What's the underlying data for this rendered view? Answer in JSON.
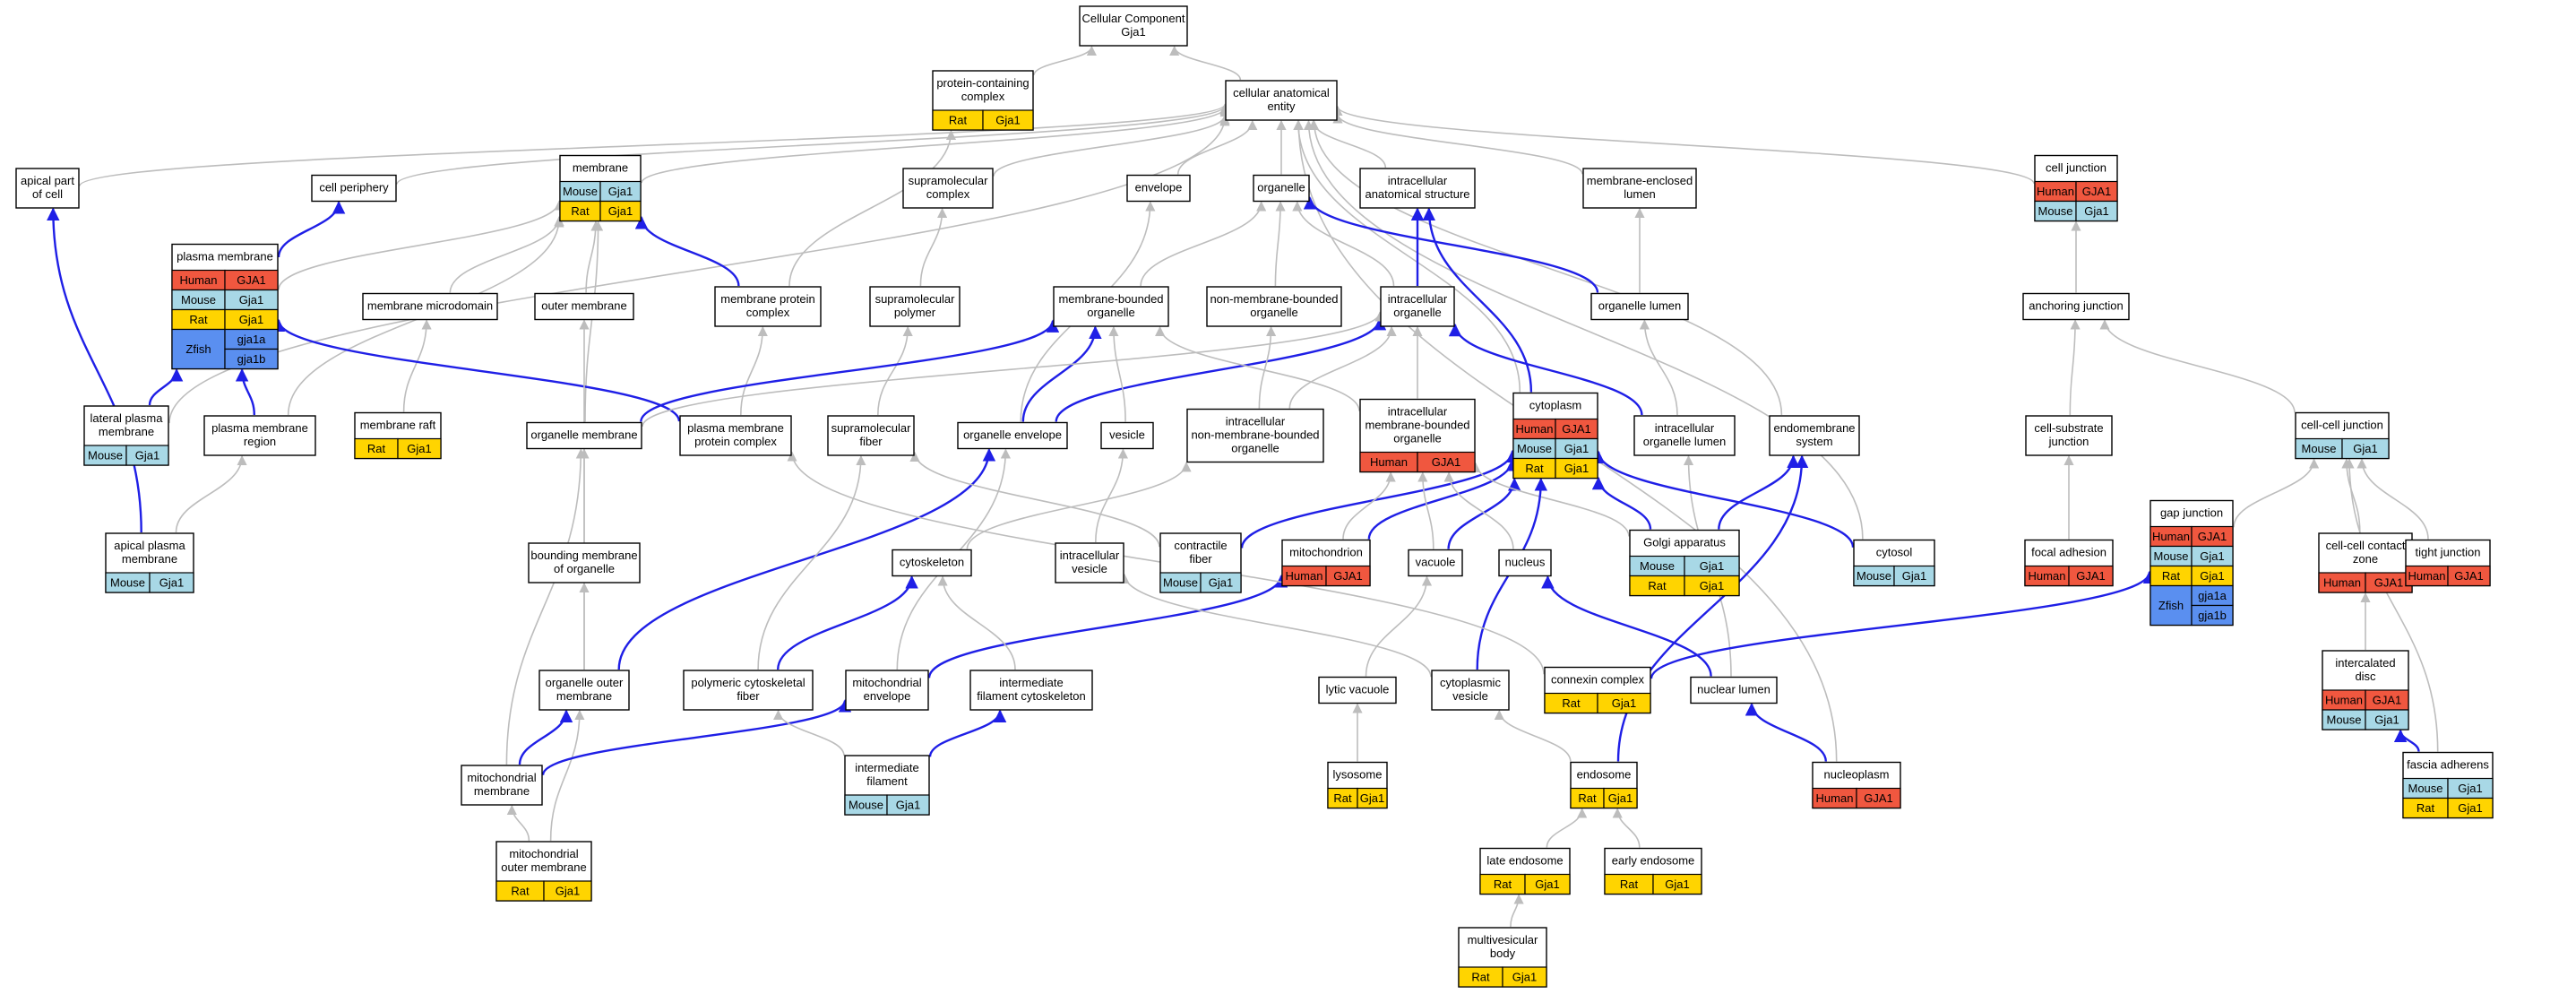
{
  "colors": {
    "Human": "#f0573f",
    "Mouse": "#a8d8e6",
    "Rat": "#ffd400",
    "Zfish": "#5a8ff0",
    "gray_edge": "#bdbdbd",
    "blue_edge": "#1f1fe6"
  },
  "nodes": [
    {
      "id": "cc",
      "lines": [
        "Cellular Component",
        "Gja1"
      ],
      "rows": []
    },
    {
      "id": "pcc",
      "lines": [
        "protein-containing",
        "complex"
      ],
      "rows": [
        [
          "Rat",
          "Gja1"
        ]
      ]
    },
    {
      "id": "cae",
      "lines": [
        "cellular anatomical",
        "entity"
      ],
      "rows": []
    },
    {
      "id": "apc",
      "lines": [
        "apical part",
        "of cell"
      ],
      "rows": []
    },
    {
      "id": "cper",
      "lines": [
        "cell periphery"
      ],
      "rows": []
    },
    {
      "id": "mem",
      "lines": [
        "membrane"
      ],
      "rows": [
        [
          "Mouse",
          "Gja1"
        ],
        [
          "Rat",
          "Gja1"
        ]
      ]
    },
    {
      "id": "smc",
      "lines": [
        "supramolecular",
        "complex"
      ],
      "rows": []
    },
    {
      "id": "env",
      "lines": [
        "envelope"
      ],
      "rows": []
    },
    {
      "id": "org",
      "lines": [
        "organelle"
      ],
      "rows": []
    },
    {
      "id": "ias",
      "lines": [
        "intracellular",
        "anatomical structure"
      ],
      "rows": []
    },
    {
      "id": "mel",
      "lines": [
        "membrane-enclosed",
        "lumen"
      ],
      "rows": []
    },
    {
      "id": "cj",
      "lines": [
        "cell junction"
      ],
      "rows": [
        [
          "Human",
          "GJA1"
        ],
        [
          "Mouse",
          "Gja1"
        ]
      ]
    },
    {
      "id": "pm",
      "lines": [
        "plasma membrane"
      ],
      "rows": [
        [
          "Human",
          "GJA1"
        ],
        [
          "Mouse",
          "Gja1"
        ],
        [
          "Rat",
          "Gja1"
        ],
        [
          "Zfish",
          "gja1a",
          "gja1b"
        ]
      ]
    },
    {
      "id": "mmd",
      "lines": [
        "membrane microdomain"
      ],
      "rows": []
    },
    {
      "id": "om",
      "lines": [
        "outer membrane"
      ],
      "rows": []
    },
    {
      "id": "mpc",
      "lines": [
        "membrane protein",
        "complex"
      ],
      "rows": []
    },
    {
      "id": "smp",
      "lines": [
        "supramolecular",
        "polymer"
      ],
      "rows": []
    },
    {
      "id": "mbo",
      "lines": [
        "membrane-bounded",
        "organelle"
      ],
      "rows": []
    },
    {
      "id": "nmbo",
      "lines": [
        "non-membrane-bounded",
        "organelle"
      ],
      "rows": []
    },
    {
      "id": "io",
      "lines": [
        "intracellular",
        "organelle"
      ],
      "rows": []
    },
    {
      "id": "ol",
      "lines": [
        "organelle lumen"
      ],
      "rows": []
    },
    {
      "id": "aj",
      "lines": [
        "anchoring junction"
      ],
      "rows": []
    },
    {
      "id": "lpm",
      "lines": [
        "lateral plasma",
        "membrane"
      ],
      "rows": [
        [
          "Mouse",
          "Gja1"
        ]
      ]
    },
    {
      "id": "pmr",
      "lines": [
        "plasma membrane",
        "region"
      ],
      "rows": []
    },
    {
      "id": "mr",
      "lines": [
        "membrane raft"
      ],
      "rows": [
        [
          "Rat",
          "Gja1"
        ]
      ]
    },
    {
      "id": "orgm",
      "lines": [
        "organelle membrane"
      ],
      "rows": []
    },
    {
      "id": "pmpc",
      "lines": [
        "plasma membrane",
        "protein complex"
      ],
      "rows": []
    },
    {
      "id": "smf",
      "lines": [
        "supramolecular",
        "fiber"
      ],
      "rows": []
    },
    {
      "id": "oenv",
      "lines": [
        "organelle envelope"
      ],
      "rows": []
    },
    {
      "id": "ves",
      "lines": [
        "vesicle"
      ],
      "rows": []
    },
    {
      "id": "inmbo",
      "lines": [
        "intracellular",
        "non-membrane-bounded",
        "organelle"
      ],
      "rows": []
    },
    {
      "id": "imbo",
      "lines": [
        "intracellular",
        "membrane-bounded",
        "organelle"
      ],
      "rows": [
        [
          "Human",
          "GJA1"
        ]
      ]
    },
    {
      "id": "cyto",
      "lines": [
        "cytoplasm"
      ],
      "rows": [
        [
          "Human",
          "GJA1"
        ],
        [
          "Mouse",
          "Gja1"
        ],
        [
          "Rat",
          "Gja1"
        ]
      ]
    },
    {
      "id": "iol",
      "lines": [
        "intracellular",
        "organelle lumen"
      ],
      "rows": []
    },
    {
      "id": "ems",
      "lines": [
        "endomembrane",
        "system"
      ],
      "rows": []
    },
    {
      "id": "csj",
      "lines": [
        "cell-substrate",
        "junction"
      ],
      "rows": []
    },
    {
      "id": "ccj",
      "lines": [
        "cell-cell junction"
      ],
      "rows": [
        [
          "Mouse",
          "Gja1"
        ]
      ]
    },
    {
      "id": "apm",
      "lines": [
        "apical plasma",
        "membrane"
      ],
      "rows": [
        [
          "Mouse",
          "Gja1"
        ]
      ]
    },
    {
      "id": "bmo",
      "lines": [
        "bounding membrane",
        "of organelle"
      ],
      "rows": []
    },
    {
      "id": "csk",
      "lines": [
        "cytoskeleton"
      ],
      "rows": []
    },
    {
      "id": "iv",
      "lines": [
        "intracellular",
        "vesicle"
      ],
      "rows": []
    },
    {
      "id": "cf",
      "lines": [
        "contractile",
        "fiber"
      ],
      "rows": [
        [
          "Mouse",
          "Gja1"
        ]
      ]
    },
    {
      "id": "mito",
      "lines": [
        "mitochondrion"
      ],
      "rows": [
        [
          "Human",
          "GJA1"
        ]
      ]
    },
    {
      "id": "vac",
      "lines": [
        "vacuole"
      ],
      "rows": []
    },
    {
      "id": "nuc",
      "lines": [
        "nucleus"
      ],
      "rows": []
    },
    {
      "id": "golgi",
      "lines": [
        "Golgi apparatus"
      ],
      "rows": [
        [
          "Mouse",
          "Gja1"
        ],
        [
          "Rat",
          "Gja1"
        ]
      ]
    },
    {
      "id": "cytosol",
      "lines": [
        "cytosol"
      ],
      "rows": [
        [
          "Mouse",
          "Gja1"
        ]
      ]
    },
    {
      "id": "fa",
      "lines": [
        "focal adhesion"
      ],
      "rows": [
        [
          "Human",
          "GJA1"
        ]
      ]
    },
    {
      "id": "gj",
      "lines": [
        "gap junction"
      ],
      "rows": [
        [
          "Human",
          "GJA1"
        ],
        [
          "Mouse",
          "Gja1"
        ],
        [
          "Rat",
          "Gja1"
        ],
        [
          "Zfish",
          "gja1a",
          "gja1b"
        ]
      ]
    },
    {
      "id": "cccz",
      "lines": [
        "cell-cell contact",
        "zone"
      ],
      "rows": [
        [
          "Human",
          "GJA1"
        ]
      ]
    },
    {
      "id": "tj",
      "lines": [
        "tight junction"
      ],
      "rows": [
        [
          "Human",
          "GJA1"
        ]
      ]
    },
    {
      "id": "oom",
      "lines": [
        "organelle outer",
        "membrane"
      ],
      "rows": []
    },
    {
      "id": "pcf",
      "lines": [
        "polymeric cytoskeletal",
        "fiber"
      ],
      "rows": []
    },
    {
      "id": "menv",
      "lines": [
        "mitochondrial",
        "envelope"
      ],
      "rows": []
    },
    {
      "id": "ifc",
      "lines": [
        "intermediate",
        "filament cytoskeleton"
      ],
      "rows": []
    },
    {
      "id": "lv",
      "lines": [
        "lytic vacuole"
      ],
      "rows": []
    },
    {
      "id": "cv",
      "lines": [
        "cytoplasmic",
        "vesicle"
      ],
      "rows": []
    },
    {
      "id": "conx",
      "lines": [
        "connexin complex"
      ],
      "rows": [
        [
          "Rat",
          "Gja1"
        ]
      ]
    },
    {
      "id": "nl",
      "lines": [
        "nuclear lumen"
      ],
      "rows": []
    },
    {
      "id": "icd",
      "lines": [
        "intercalated",
        "disc"
      ],
      "rows": [
        [
          "Human",
          "GJA1"
        ],
        [
          "Mouse",
          "Gja1"
        ]
      ]
    },
    {
      "id": "mm",
      "lines": [
        "mitochondrial",
        "membrane"
      ],
      "rows": []
    },
    {
      "id": "if",
      "lines": [
        "intermediate",
        "filament"
      ],
      "rows": [
        [
          "Mouse",
          "Gja1"
        ]
      ]
    },
    {
      "id": "lyso",
      "lines": [
        "lysosome"
      ],
      "rows": [
        [
          "Rat",
          "Gja1"
        ]
      ]
    },
    {
      "id": "endo",
      "lines": [
        "endosome"
      ],
      "rows": [
        [
          "Rat",
          "Gja1"
        ]
      ]
    },
    {
      "id": "np",
      "lines": [
        "nucleoplasm"
      ],
      "rows": [
        [
          "Human",
          "GJA1"
        ]
      ]
    },
    {
      "id": "fadh",
      "lines": [
        "fascia adherens"
      ],
      "rows": [
        [
          "Mouse",
          "Gja1"
        ],
        [
          "Rat",
          "Gja1"
        ]
      ]
    },
    {
      "id": "mom",
      "lines": [
        "mitochondrial",
        "outer membrane"
      ],
      "rows": [
        [
          "Rat",
          "Gja1"
        ]
      ]
    },
    {
      "id": "le",
      "lines": [
        "late endosome"
      ],
      "rows": [
        [
          "Rat",
          "Gja1"
        ]
      ]
    },
    {
      "id": "ee",
      "lines": [
        "early endosome"
      ],
      "rows": [
        [
          "Rat",
          "Gja1"
        ]
      ]
    },
    {
      "id": "mvb",
      "lines": [
        "multivesicular",
        "body"
      ],
      "rows": [
        [
          "Rat",
          "Gja1"
        ]
      ]
    }
  ],
  "edges": [
    [
      "cae",
      "cc",
      "gray"
    ],
    [
      "pcc",
      "cc",
      "gray"
    ],
    [
      "mpc",
      "pcc",
      "gray"
    ],
    [
      "apc",
      "cae",
      "gray"
    ],
    [
      "cper",
      "cae",
      "gray"
    ],
    [
      "mem",
      "cae",
      "gray"
    ],
    [
      "smc",
      "cae",
      "gray"
    ],
    [
      "env",
      "cae",
      "gray"
    ],
    [
      "org",
      "cae",
      "gray"
    ],
    [
      "ias",
      "cae",
      "gray"
    ],
    [
      "mel",
      "cae",
      "gray"
    ],
    [
      "cj",
      "cae",
      "gray"
    ],
    [
      "cyto",
      "cae",
      "gray"
    ],
    [
      "ems",
      "cae",
      "gray"
    ],
    [
      "cytosol",
      "cae",
      "gray"
    ],
    [
      "np",
      "cae",
      "gray"
    ],
    [
      "lpm",
      "cae",
      "gray"
    ],
    [
      "pm",
      "cper",
      "blue"
    ],
    [
      "pm",
      "mem",
      "gray"
    ],
    [
      "mmd",
      "mem",
      "gray"
    ],
    [
      "om",
      "mem",
      "gray"
    ],
    [
      "mpc",
      "mem",
      "blue"
    ],
    [
      "orgm",
      "mem",
      "gray"
    ],
    [
      "pmr",
      "mem",
      "gray"
    ],
    [
      "smp",
      "smc",
      "gray"
    ],
    [
      "smf",
      "smp",
      "gray"
    ],
    [
      "oenv",
      "env",
      "gray"
    ],
    [
      "mbo",
      "org",
      "gray"
    ],
    [
      "nmbo",
      "org",
      "gray"
    ],
    [
      "io",
      "org",
      "gray"
    ],
    [
      "ol",
      "org",
      "blue"
    ],
    [
      "io",
      "ias",
      "blue"
    ],
    [
      "cyto",
      "ias",
      "blue"
    ],
    [
      "ol",
      "mel",
      "gray"
    ],
    [
      "aj",
      "cj",
      "gray"
    ],
    [
      "csj",
      "aj",
      "gray"
    ],
    [
      "ccj",
      "aj",
      "gray"
    ],
    [
      "lpm",
      "pm",
      "blue"
    ],
    [
      "pmr",
      "pm",
      "blue"
    ],
    [
      "apm",
      "apc",
      "blue"
    ],
    [
      "apm",
      "pmr",
      "gray"
    ],
    [
      "mr",
      "mmd",
      "gray"
    ],
    [
      "pmpc",
      "mpc",
      "gray"
    ],
    [
      "pmpc",
      "pm",
      "blue"
    ],
    [
      "orgm",
      "mbo",
      "blue"
    ],
    [
      "oenv",
      "mbo",
      "blue"
    ],
    [
      "oenv",
      "io",
      "blue"
    ],
    [
      "ves",
      "mbo",
      "gray"
    ],
    [
      "imbo",
      "mbo",
      "gray"
    ],
    [
      "inmbo",
      "nmbo",
      "gray"
    ],
    [
      "inmbo",
      "io",
      "gray"
    ],
    [
      "imbo",
      "io",
      "gray"
    ],
    [
      "iol",
      "io",
      "blue"
    ],
    [
      "iol",
      "ol",
      "gray"
    ],
    [
      "orgm",
      "io",
      "gray"
    ],
    [
      "bmo",
      "orgm",
      "gray"
    ],
    [
      "oom",
      "bmo",
      "gray"
    ],
    [
      "oom",
      "oenv",
      "blue"
    ],
    [
      "oom",
      "om",
      "gray"
    ],
    [
      "mm",
      "oom",
      "blue"
    ],
    [
      "mm",
      "orgm",
      "gray"
    ],
    [
      "mom",
      "oom",
      "gray"
    ],
    [
      "mom",
      "mm",
      "gray"
    ],
    [
      "menv",
      "mito",
      "blue"
    ],
    [
      "menv",
      "oenv",
      "gray"
    ],
    [
      "mm",
      "menv",
      "blue"
    ],
    [
      "csk",
      "inmbo",
      "gray"
    ],
    [
      "pcf",
      "csk",
      "blue"
    ],
    [
      "pcf",
      "smf",
      "gray"
    ],
    [
      "ifc",
      "csk",
      "gray"
    ],
    [
      "if",
      "ifc",
      "blue"
    ],
    [
      "if",
      "pcf",
      "gray"
    ],
    [
      "cf",
      "smf",
      "gray"
    ],
    [
      "cf",
      "cyto",
      "blue"
    ],
    [
      "iv",
      "ves",
      "gray"
    ],
    [
      "cv",
      "iv",
      "gray"
    ],
    [
      "mito",
      "imbo",
      "gray"
    ],
    [
      "mito",
      "cyto",
      "blue"
    ],
    [
      "vac",
      "imbo",
      "gray"
    ],
    [
      "vac",
      "cyto",
      "blue"
    ],
    [
      "lv",
      "vac",
      "gray"
    ],
    [
      "lyso",
      "lv",
      "gray"
    ],
    [
      "nuc",
      "imbo",
      "gray"
    ],
    [
      "nl",
      "nuc",
      "blue"
    ],
    [
      "nl",
      "iol",
      "gray"
    ],
    [
      "np",
      "nl",
      "blue"
    ],
    [
      "golgi",
      "imbo",
      "gray"
    ],
    [
      "golgi",
      "cyto",
      "blue"
    ],
    [
      "golgi",
      "ems",
      "blue"
    ],
    [
      "cytosol",
      "cyto",
      "blue"
    ],
    [
      "cv",
      "cyto",
      "blue"
    ],
    [
      "endo",
      "cv",
      "gray"
    ],
    [
      "endo",
      "ems",
      "blue"
    ],
    [
      "le",
      "endo",
      "gray"
    ],
    [
      "ee",
      "endo",
      "gray"
    ],
    [
      "mvb",
      "le",
      "gray"
    ],
    [
      "conx",
      "gj",
      "blue"
    ],
    [
      "conx",
      "pmpc",
      "gray"
    ],
    [
      "fa",
      "csj",
      "gray"
    ],
    [
      "gj",
      "ccj",
      "gray"
    ],
    [
      "cccz",
      "ccj",
      "gray"
    ],
    [
      "tj",
      "ccj",
      "gray"
    ],
    [
      "icd",
      "cccz",
      "gray"
    ],
    [
      "fadh",
      "icd",
      "blue"
    ],
    [
      "fadh",
      "ccj",
      "gray"
    ]
  ]
}
